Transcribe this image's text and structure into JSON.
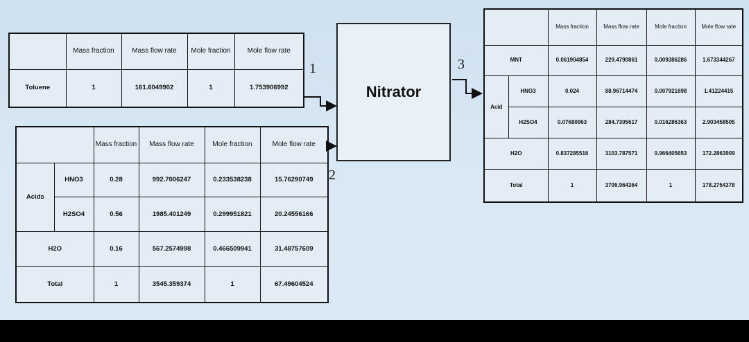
{
  "nitrator": {
    "label": "Nitrator"
  },
  "streams": {
    "s1": "1",
    "s2": "2",
    "s3": "3"
  },
  "headers": {
    "mass_fraction": "Mass fraction",
    "mass_flow_rate": "Mass flow rate",
    "mole_fraction": "Mole fraction",
    "mole_flow_rate": "Mole flow rate"
  },
  "stream1": {
    "rows": [
      {
        "label": "Toluene",
        "values": [
          "1",
          "161.6049902",
          "1",
          "1.753906992"
        ]
      }
    ]
  },
  "stream2": {
    "group_label": "Acids",
    "rows": [
      {
        "label": "HNO3",
        "values": [
          "0.28",
          "992.7006247",
          "0.233538238",
          "15.76290749"
        ]
      },
      {
        "label": "H2SO4",
        "values": [
          "0.56",
          "1985.401249",
          "0.299951821",
          "20.24556166"
        ]
      },
      {
        "label": "H2O",
        "values": [
          "0.16",
          "567.2574998",
          "0.466509941",
          "31.48757609"
        ]
      },
      {
        "label": "Total",
        "values": [
          "1",
          "3545.359374",
          "1",
          "67.49604524"
        ]
      }
    ]
  },
  "stream3": {
    "group_label": "Acid",
    "rows": [
      {
        "label": "MNT",
        "values": [
          "0.061904854",
          "229.4790861",
          "0.009386286",
          "1.673344267"
        ]
      },
      {
        "label": "HNO3",
        "values": [
          "0.024",
          "88.96714474",
          "0.007921698",
          "1.41224415"
        ]
      },
      {
        "label": "H2SO4",
        "values": [
          "0.07680963",
          "284.7305617",
          "0.016286363",
          "2.903458505"
        ]
      },
      {
        "label": "H2O",
        "values": [
          "0.837285516",
          "3103.787571",
          "0.966405653",
          "172.2863909"
        ]
      },
      {
        "label": "Total",
        "values": [
          "1",
          "3706.964364",
          "1",
          "178.2754378"
        ]
      }
    ]
  }
}
